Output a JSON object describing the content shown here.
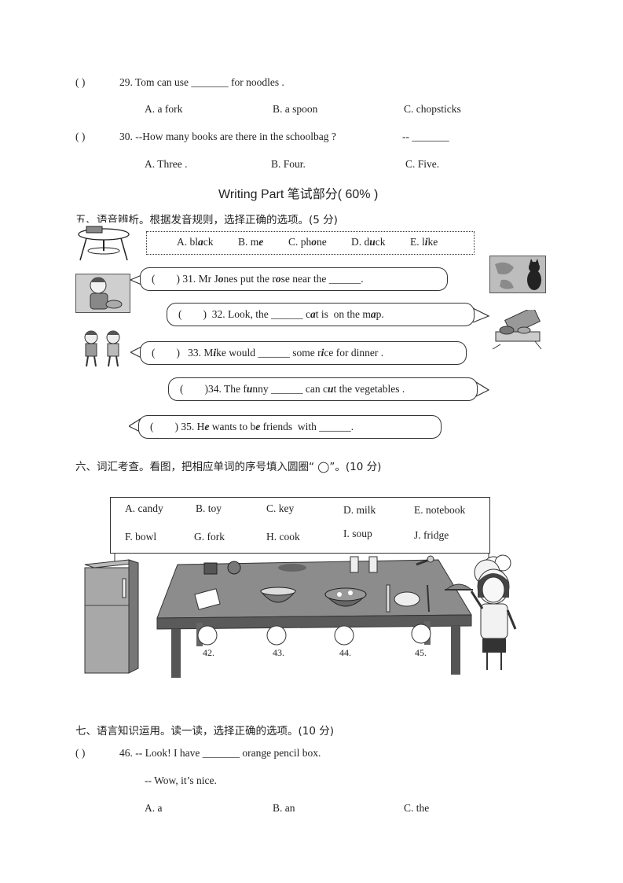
{
  "q29": {
    "paren": "(        )",
    "stem": "29. Tom can use _______ for noodles .",
    "a": "A. a fork",
    "b": "B. a spoon",
    "c": "C. chopsticks"
  },
  "q30": {
    "paren": "(        )",
    "stem": "30. --How many  books are there in the schoolbag ?",
    "tail": "-- _______",
    "a": "A.  Three .",
    "b": "B. Four.",
    "c": "C. Five."
  },
  "writing_title": "Writing Part 笔试部分( 60% )",
  "sec5": {
    "heading": "五、语音辨析。根据发音规则，选择正确的选项。(5  分)",
    "options": [
      {
        "pre": "A. bl",
        "em": "a",
        "post": "ck"
      },
      {
        "pre": "B. m",
        "em": "e",
        "post": ""
      },
      {
        "pre": "C. ph",
        "em": "o",
        "post": "ne"
      },
      {
        "pre": "D. d",
        "em": "u",
        "post": "ck"
      },
      {
        "pre": "E. l",
        "em": "i",
        "post": "ke"
      }
    ],
    "q31": {
      "paren": "(        )",
      "a": " 31. Mr J",
      "b": "o",
      "c": "nes put the r",
      "d": "o",
      "e": "se near the ______."
    },
    "q32": {
      "paren": "(        )",
      "a": "  32. Look, the ______ c",
      "b": "a",
      "c": "t is  on the m",
      "d": "a",
      "e": "p."
    },
    "q33": {
      "paren": "(        )",
      "a": "   33. M",
      "b": "i",
      "c": "ke would ______ some r",
      "d": "i",
      "e": "ce for dinner ."
    },
    "q34": {
      "paren": "(        )",
      "a": "34. The f",
      "b": "u",
      "c": "nny ______ can c",
      "d": "u",
      "e": "t the vegetables ."
    },
    "q35": {
      "paren": "(        )",
      "a": " 35. H",
      "b": "e",
      "c": " wants to b",
      "d": "e",
      "e": " friends  with ______."
    }
  },
  "sec6": {
    "heading": "六、词汇考查。看图，把相应单词的序号填入圆圈“ ◯”。(10  分)",
    "words": [
      "A.  candy",
      "B.  toy",
      "C.  key",
      "D. milk",
      "E.  notebook",
      "F. bowl",
      "G. fork",
      "H.  cook",
      "I. soup",
      "J.  fridge"
    ],
    "numbers": [
      "42.",
      "43.",
      "44.",
      "45."
    ]
  },
  "sec7": {
    "heading": "七、语言知识运用。读一读，选择正确的选项。(10  分)",
    "q46": {
      "paren": "(        )",
      "stem": "46. -- Look! I have _______ orange  pencil  box.",
      "reply": "-- Wow, it’s nice.",
      "a": "A. a",
      "b": "B. an",
      "c": "C. the"
    }
  }
}
